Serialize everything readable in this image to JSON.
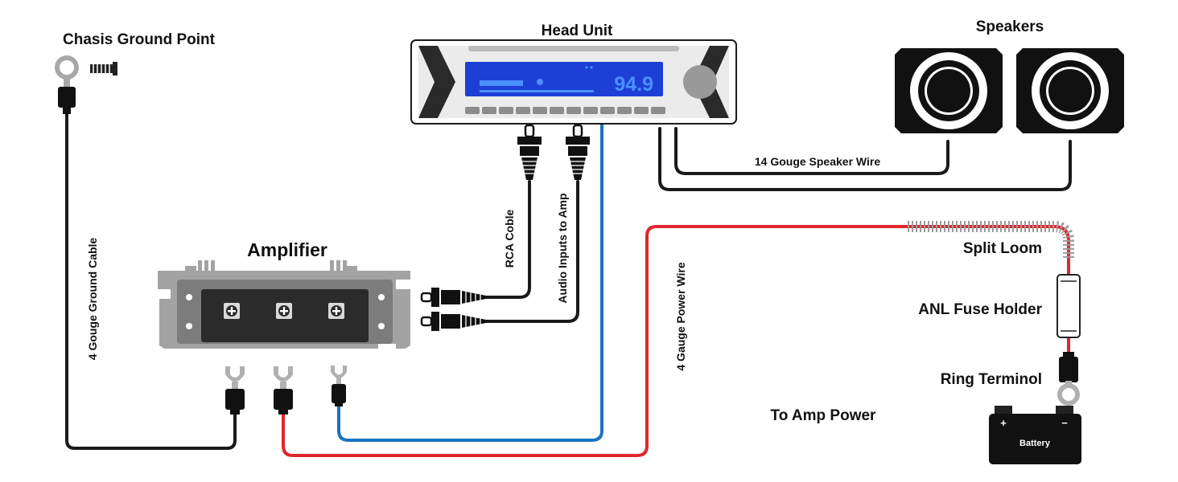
{
  "labels": {
    "chassis_ground_point": "Chasis Ground Point",
    "head_unit": "Head Unit",
    "speakers": "Speakers",
    "amplifier": "Amplifier",
    "speaker_wire": "14 Gouge Speaker Wire",
    "rca_cable": "RCA Coble",
    "audio_inputs": "Audio Inputs to Amp",
    "ground_cable": "4 Gouge Ground Cable",
    "power_wire": "4 Gauge Power Wire",
    "split_loom": "Split Loom",
    "fuse_holder": "ANL Fuse Holder",
    "ring_terminal": "Ring Terminol",
    "to_amp_power": "To Amp Power",
    "battery": "Battery",
    "battery_plus": "+",
    "battery_minus": "−"
  },
  "head_unit": {
    "frequency": "94.9"
  },
  "wire_colors": {
    "power": "#e0262e",
    "remote": "#1a73c0",
    "ground": "#1a1a1a",
    "loom": "#9b9b9b"
  }
}
